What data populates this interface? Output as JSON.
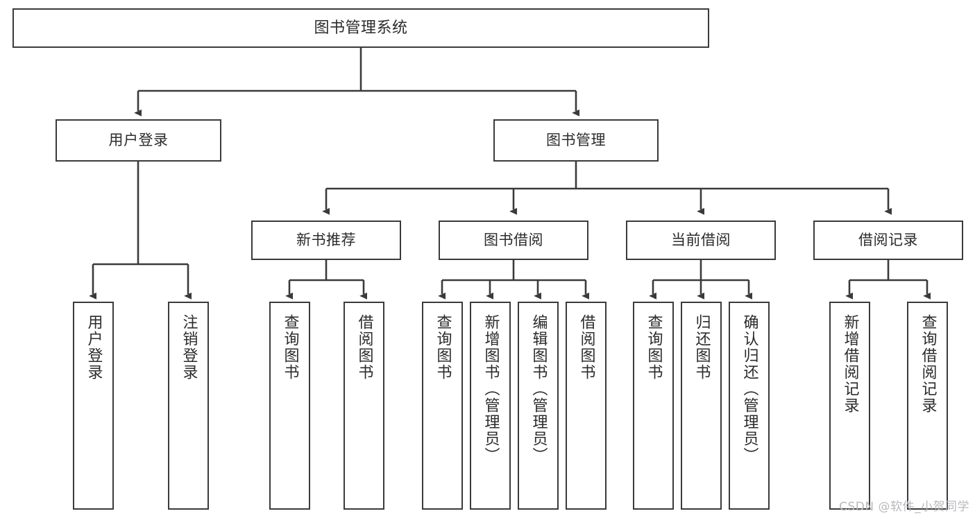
{
  "diagram": {
    "title": "图书管理系统",
    "watermark": "CSDN @软件_小贺同学",
    "colors": {
      "line": "#3a3a3c",
      "box_fill": "#ffffff",
      "text": "#2b2b2d",
      "watermark": "#b9b9bd",
      "background": "#ffffff"
    },
    "root": {
      "label": "图书管理系统"
    },
    "level2": [
      {
        "label": "用户登录"
      },
      {
        "label": "图书管理"
      }
    ],
    "level3": [
      {
        "label": "新书推荐"
      },
      {
        "label": "图书借阅"
      },
      {
        "label": "当前借阅"
      },
      {
        "label": "借阅记录"
      }
    ],
    "leaves": {
      "user_login": [
        {
          "label": "用户登录"
        },
        {
          "label": "注销登录"
        }
      ],
      "new_book_recommend": [
        {
          "label": "查询图书"
        },
        {
          "label": "借阅图书"
        }
      ],
      "book_borrow": [
        {
          "label": "查询图书"
        },
        {
          "label": "新增图书（管理员）"
        },
        {
          "label": "编辑图书（管理员）"
        },
        {
          "label": "借阅图书"
        }
      ],
      "current_borrow": [
        {
          "label": "查询图书"
        },
        {
          "label": "归还图书"
        },
        {
          "label": "确认归还（管理员）"
        }
      ],
      "borrow_record": [
        {
          "label": "新增借阅记录"
        },
        {
          "label": "查询借阅记录"
        }
      ]
    }
  }
}
